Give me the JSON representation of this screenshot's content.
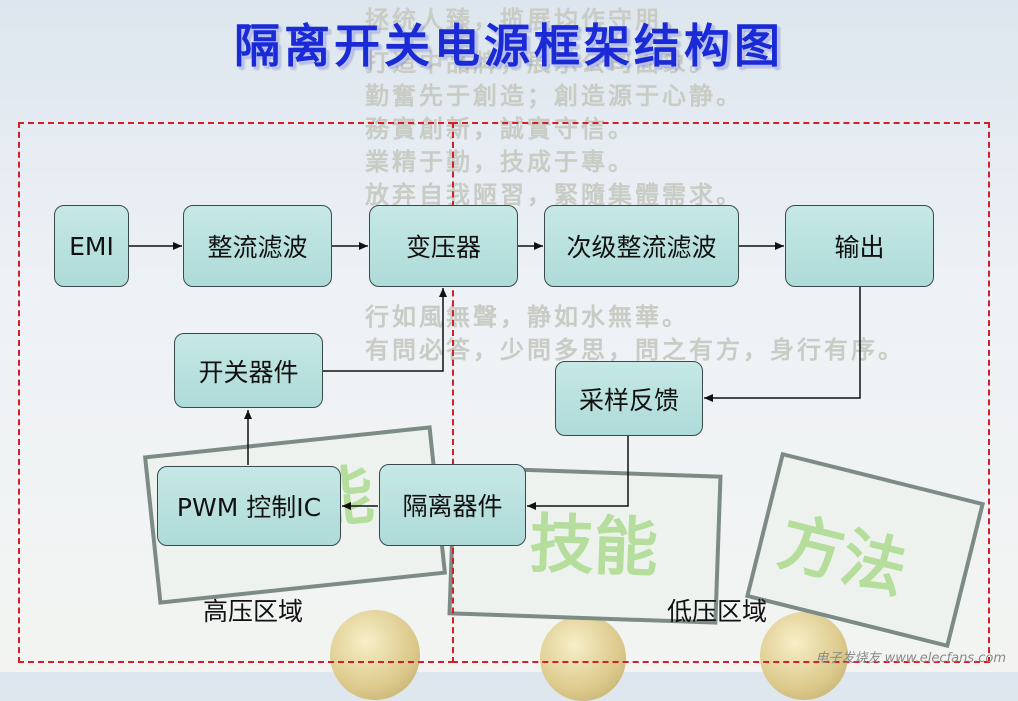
{
  "title": "隔离开关电源框架结构图",
  "background_text": [
    "拯统人臻，揽展均作守朋。",
    "打造中品牌，展示公司面象。",
    "勤奮先于創造；創造源于心静。",
    "務實創新，誠實守信。",
    "業精于勤，技成于專。",
    "放弃自我陋習，緊隨集體需求。",
    "行如風無聲，静如水無華。",
    "有問必答，少問多思，問之有方，身行有序。"
  ],
  "sign_texts": [
    "技能",
    "方法",
    "技能"
  ],
  "nodes": {
    "emi": "EMI",
    "rectifier_filter": "整流滤波",
    "transformer": "变压器",
    "secondary_rectifier": "次级整流滤波",
    "output": "输出",
    "switch_device": "开关器件",
    "sampling_feedback": "采样反馈",
    "pwm_controller": "PWM 控制IC",
    "isolation_device": "隔离器件"
  },
  "regions": {
    "high_voltage": "高压区域",
    "low_voltage": "低压区域"
  },
  "colors": {
    "title": "#1a2bd6",
    "node_fill": "#b7dfdc",
    "region_border": "#d41e2a",
    "arrow": "#111111"
  },
  "watermark": "电子发烧友 www.elecfans.com"
}
